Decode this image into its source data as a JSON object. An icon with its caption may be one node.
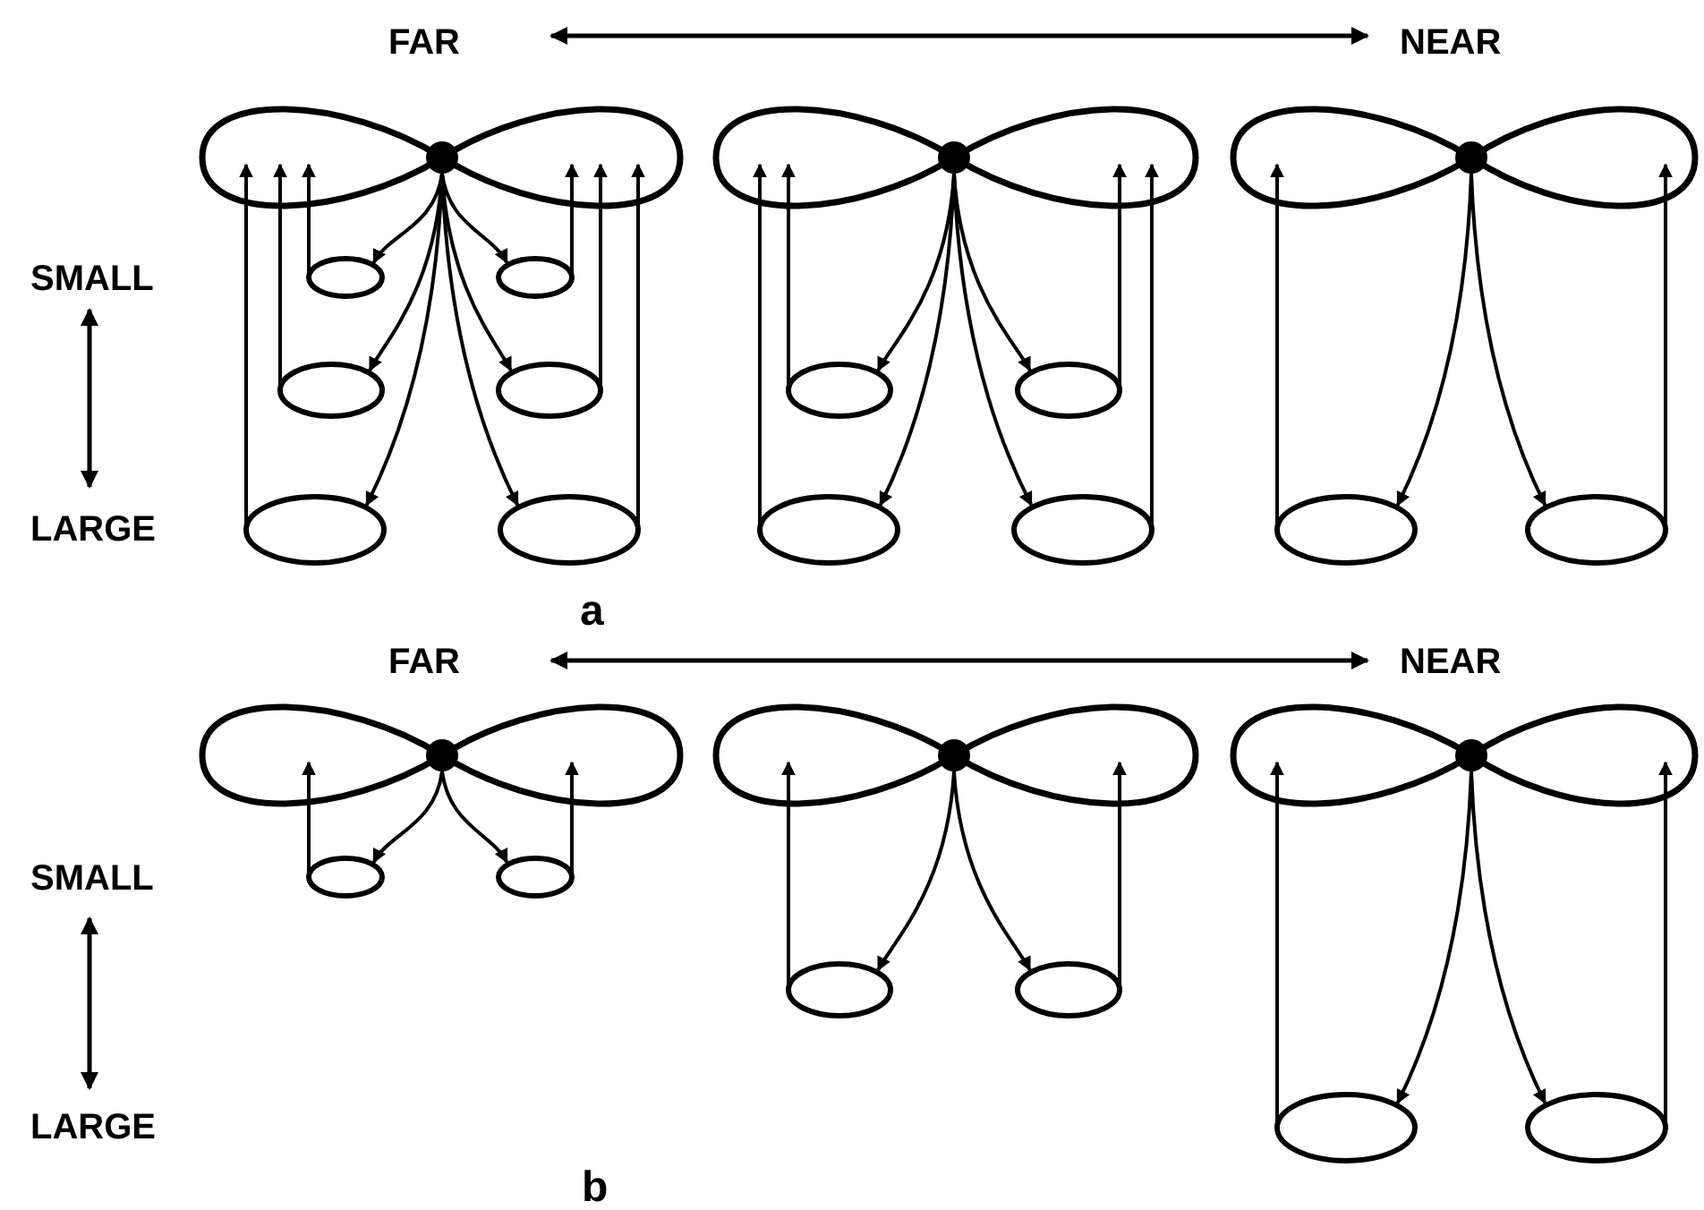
{
  "diagram": {
    "nodes": [
      {
        "text": [],
        "shape": "loop"
      },
      {
        "text": [],
        "shape": "dot"
      },
      {
        "text": [],
        "shape": "ellipse"
      },
      {
        "text": [],
        "shape": "ellipse"
      },
      {
        "text": [],
        "shape": "ellipse"
      },
      {
        "text": [],
        "shape": "ellipse"
      },
      {
        "text": [],
        "shape": "ellipse"
      },
      {
        "text": [],
        "shape": "ellipse"
      },
      {
        "text": [],
        "shape": "loop"
      },
      {
        "text": [],
        "shape": "dot"
      },
      {
        "text": [],
        "shape": "ellipse"
      },
      {
        "text": [],
        "shape": "ellipse"
      },
      {
        "text": [],
        "shape": "ellipse"
      },
      {
        "text": [],
        "shape": "ellipse"
      },
      {
        "text": [],
        "shape": "loop"
      },
      {
        "text": [],
        "shape": "dot"
      },
      {
        "text": [],
        "shape": "ellipse"
      },
      {
        "text": [],
        "shape": "ellipse"
      },
      {
        "text": [],
        "shape": "loop"
      },
      {
        "text": [],
        "shape": "dot"
      },
      {
        "text": [],
        "shape": "ellipse"
      },
      {
        "text": [],
        "shape": "ellipse"
      },
      {
        "text": [],
        "shape": "loop"
      },
      {
        "text": [],
        "shape": "dot"
      },
      {
        "text": [],
        "shape": "ellipse"
      },
      {
        "text": [],
        "shape": "ellipse"
      },
      {
        "text": [],
        "shape": "loop"
      },
      {
        "text": [],
        "shape": "dot"
      },
      {
        "text": [],
        "shape": "ellipse"
      },
      {
        "text": [],
        "shape": "ellipse"
      }
    ],
    "edges": [
      {
        "from": 1,
        "to": 2,
        "arrow": "to"
      },
      {
        "from": 2,
        "to": 0,
        "arrow": "to"
      },
      {
        "from": 1,
        "to": 3,
        "arrow": "to"
      },
      {
        "from": 3,
        "to": 0,
        "arrow": "to"
      },
      {
        "from": 1,
        "to": 4,
        "arrow": "to"
      },
      {
        "from": 4,
        "to": 0,
        "arrow": "to"
      },
      {
        "from": 1,
        "to": 5,
        "arrow": "to"
      },
      {
        "from": 5,
        "to": 0,
        "arrow": "to"
      },
      {
        "from": 1,
        "to": 6,
        "arrow": "to"
      },
      {
        "from": 6,
        "to": 0,
        "arrow": "to"
      },
      {
        "from": 1,
        "to": 7,
        "arrow": "to"
      },
      {
        "from": 7,
        "to": 0,
        "arrow": "to"
      },
      {
        "from": 9,
        "to": 10,
        "arrow": "to"
      },
      {
        "from": 10,
        "to": 8,
        "arrow": "to"
      },
      {
        "from": 9,
        "to": 11,
        "arrow": "to"
      },
      {
        "from": 11,
        "to": 8,
        "arrow": "to"
      },
      {
        "from": 9,
        "to": 12,
        "arrow": "to"
      },
      {
        "from": 12,
        "to": 8,
        "arrow": "to"
      },
      {
        "from": 9,
        "to": 13,
        "arrow": "to"
      },
      {
        "from": 13,
        "to": 8,
        "arrow": "to"
      },
      {
        "from": 15,
        "to": 16,
        "arrow": "to"
      },
      {
        "from": 16,
        "to": 14,
        "arrow": "to"
      },
      {
        "from": 15,
        "to": 17,
        "arrow": "to"
      },
      {
        "from": 17,
        "to": 14,
        "arrow": "to"
      },
      {
        "from": 19,
        "to": 20,
        "arrow": "to"
      },
      {
        "from": 20,
        "to": 18,
        "arrow": "to"
      },
      {
        "from": 19,
        "to": 21,
        "arrow": "to"
      },
      {
        "from": 21,
        "to": 18,
        "arrow": "to"
      },
      {
        "from": 23,
        "to": 24,
        "arrow": "to"
      },
      {
        "from": 24,
        "to": 22,
        "arrow": "to"
      },
      {
        "from": 23,
        "to": 25,
        "arrow": "to"
      },
      {
        "from": 25,
        "to": 22,
        "arrow": "to"
      },
      {
        "from": 27,
        "to": 28,
        "arrow": "to"
      },
      {
        "from": 28,
        "to": 26,
        "arrow": "to"
      },
      {
        "from": 27,
        "to": 29,
        "arrow": "to"
      },
      {
        "from": 29,
        "to": 26,
        "arrow": "to"
      }
    ],
    "labels": [
      "FAR",
      "NEAR",
      "SMALL",
      "LARGE",
      "a",
      "FAR",
      "NEAR",
      "SMALL",
      "LARGE",
      "b"
    ]
  }
}
